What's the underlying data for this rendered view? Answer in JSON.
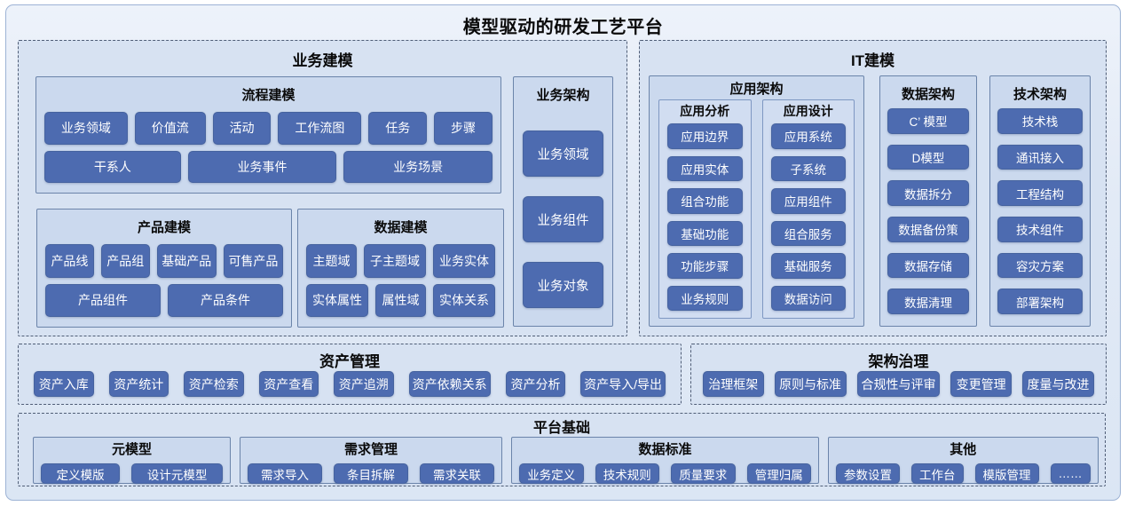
{
  "title": "模型驱动的研发工艺平台",
  "colors": {
    "chip": "#4d6bb0",
    "panel_bg": "#cbd9ee",
    "section_bg": "#d7e2f2",
    "frame_bg": "#e2eaf6"
  },
  "business_modeling": {
    "title": "业务建模",
    "process": {
      "title": "流程建模",
      "row1": [
        "业务领域",
        "价值流",
        "活动",
        "工作流图",
        "任务",
        "步骤"
      ],
      "row2": [
        "干系人",
        "业务事件",
        "业务场景"
      ]
    },
    "product": {
      "title": "产品建模",
      "row1": [
        "产品线",
        "产品组",
        "基础产品",
        "可售产品"
      ],
      "row2": [
        "产品组件",
        "产品条件"
      ]
    },
    "data_modeling": {
      "title": "数据建模",
      "row1": [
        "主题域",
        "子主题域",
        "业务实体"
      ],
      "row2": [
        "实体属性",
        "属性域",
        "实体关系"
      ]
    },
    "business_arch": {
      "title": "业务架构",
      "items": [
        "业务领域",
        "业务组件",
        "业务对象"
      ]
    }
  },
  "it_modeling": {
    "title": "IT建模",
    "app_arch": {
      "title": "应用架构",
      "analysis": {
        "title": "应用分析",
        "items": [
          "应用边界",
          "应用实体",
          "组合功能",
          "基础功能",
          "功能步骤",
          "业务规则"
        ]
      },
      "design": {
        "title": "应用设计",
        "items": [
          "应用系统",
          "子系统",
          "应用组件",
          "组合服务",
          "基础服务",
          "数据访问"
        ]
      }
    },
    "data_arch": {
      "title": "数据架构",
      "items": [
        "C’ 模型",
        "D模型",
        "数据拆分",
        "数据备份策",
        "数据存储",
        "数据清理"
      ]
    },
    "tech_arch": {
      "title": "技术架构",
      "items": [
        "技术栈",
        "通讯接入",
        "工程结构",
        "技术组件",
        "容灾方案",
        "部署架构"
      ]
    }
  },
  "asset_management": {
    "title": "资产管理",
    "items": [
      "资产入库",
      "资产统计",
      "资产检索",
      "资产查看",
      "资产追溯",
      "资产依赖关系",
      "资产分析",
      "资产导入/导出"
    ]
  },
  "governance": {
    "title": "架构治理",
    "items": [
      "治理框架",
      "原则与标准",
      "合规性与评审",
      "变更管理",
      "度量与改进"
    ]
  },
  "platform_base": {
    "title": "平台基础",
    "meta_model": {
      "title": "元模型",
      "items": [
        "定义模版",
        "设计元模型"
      ]
    },
    "requirement": {
      "title": "需求管理",
      "items": [
        "需求导入",
        "条目拆解",
        "需求关联"
      ]
    },
    "data_standard": {
      "title": "数据标准",
      "items": [
        "业务定义",
        "技术规则",
        "质量要求",
        "管理归属"
      ]
    },
    "others": {
      "title": "其他",
      "items": [
        "参数设置",
        "工作台",
        "模版管理",
        "……"
      ]
    }
  }
}
